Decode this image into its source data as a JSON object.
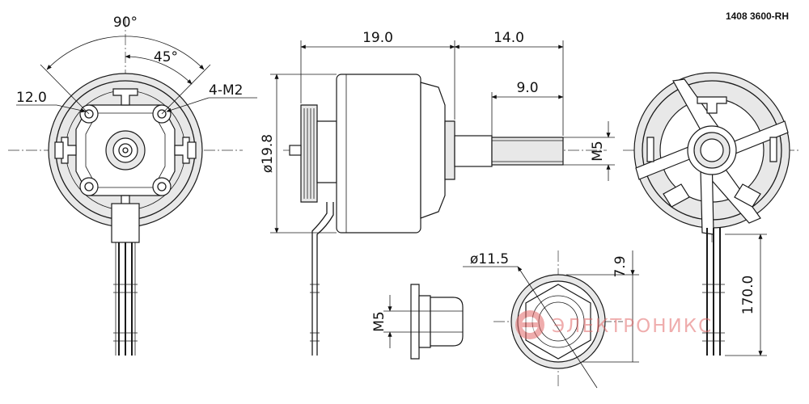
{
  "model_code": "1408 3600-RH",
  "watermark": "ЭЛЕКТРОНИКС",
  "dimensions": {
    "angle_outer": "90°",
    "angle_inner": "45°",
    "bolt_circle": "12.0",
    "mount_holes": "4-M2",
    "body_length": "19.0",
    "shaft_length": "14.0",
    "shaft_thread": "9.0",
    "body_diameter": "ø19.8",
    "shaft_thread_size": "M5",
    "nut_diameter": "ø11.5",
    "nut_height": "7.9",
    "nut_thread": "M5",
    "lead_length": "170.0"
  }
}
